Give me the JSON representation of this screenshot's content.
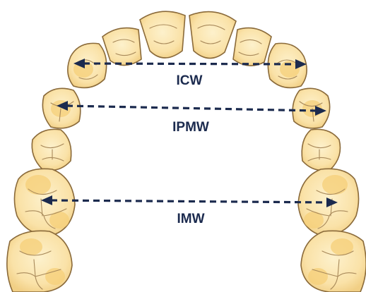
{
  "labels": {
    "icw": "ICW",
    "ipmw": "IPMW",
    "imw": "IMW"
  },
  "colors": {
    "tooth_fill": "#fbe7b6",
    "tooth_outline": "#8a6a3a",
    "arrow": "#1b2a4e"
  }
}
